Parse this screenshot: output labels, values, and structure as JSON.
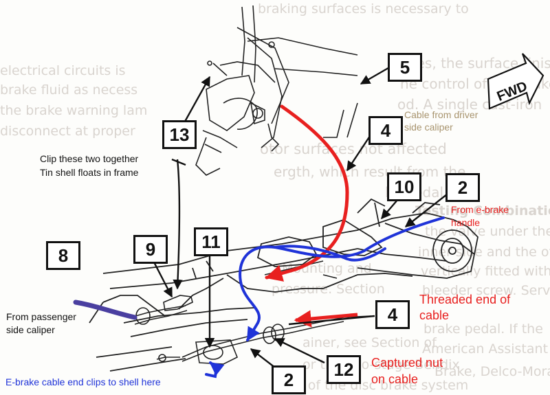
{
  "background_text": [
    "braking surfaces is necessary to",
    "anges, the surface finish",
    "he control of the brake system",
    "od. A single cast-iron",
    "electrical circuits is",
    "brake fluid as necess",
    "the brake warning lam",
    "disconnect at proper",
    "otor surfaces not affected",
    "ergth, which result from the",
    "ke pedal.",
    "Testing Combination Va",
    "the valve under the ho",
    "inner side and the other",
    "vertically fitted with a",
    "bleeder screw. Services",
    "ainer, see Section of",
    "or the two-stage Bendix",
    "e of the disc brake system",
    "Brake, Delco-Moraine",
    "Mounting and",
    "pressure. Section",
    "American Assistant",
    "brake pedal. If the"
  ],
  "labels": {
    "l13": "13",
    "l5": "5",
    "l4_top": "4",
    "l10": "10",
    "l2_right": "2",
    "l8": "8",
    "l9": "9",
    "l11": "11",
    "l4_bottom": "4",
    "l12": "12",
    "l2_bottom": "2"
  },
  "fwd": "FWD",
  "notes": {
    "cable_driver": "Cable from driver\nside caliper",
    "clip_together": "Clip these two together",
    "tin_shell": "Tin shell floats in frame",
    "from_ebrake": "From e-brake\nhandle",
    "from_passenger": "From passenger\nside caliper",
    "threaded_end": "Threaded end of\ncable",
    "captured_nut": "Captured nut\non cable",
    "ebrake_clip": "E-brake cable end clips to shell here"
  },
  "colors": {
    "red": "#e8201f",
    "blue": "#1f33d8",
    "tan": "#a8946e",
    "purple": "#4a3fa0",
    "ink": "#111111"
  }
}
